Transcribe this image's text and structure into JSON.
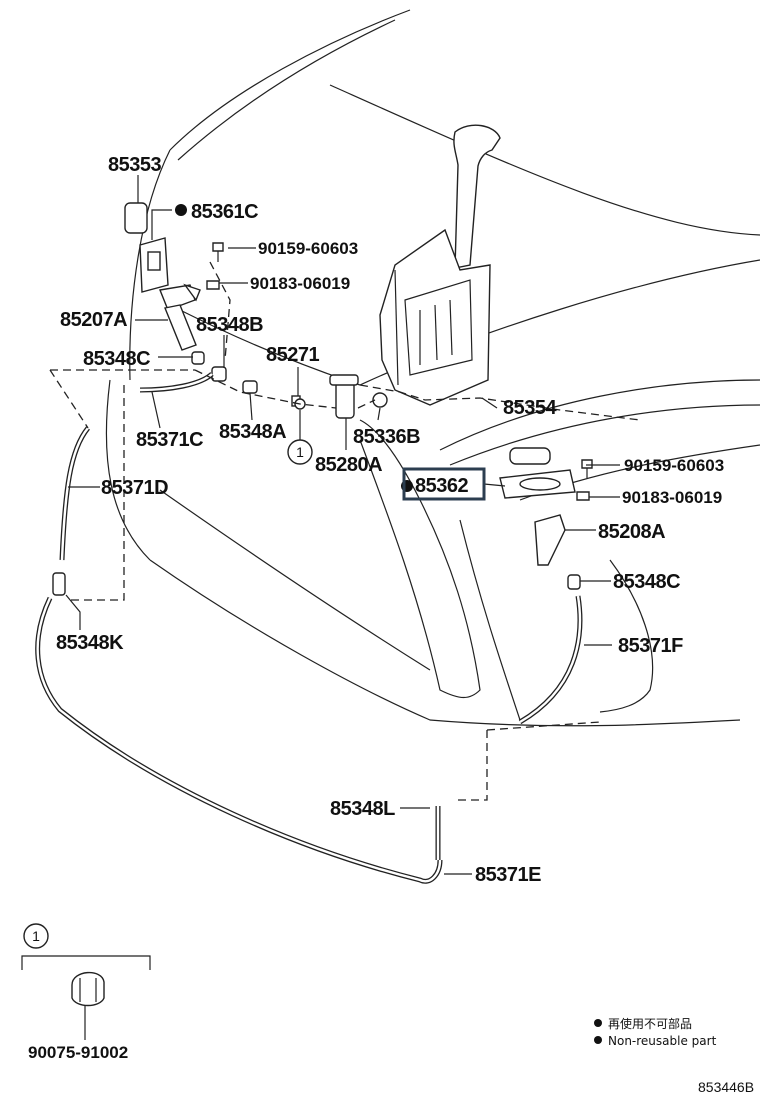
{
  "labels": {
    "p85353": "85353",
    "p85361C": "85361C",
    "p90159a": "90159-60603",
    "p90183a": "90183-06019",
    "p85207A": "85207A",
    "p85348B": "85348B",
    "p85348C_left": "85348C",
    "p85271": "85271",
    "p85371C": "85371C",
    "p85348A": "85348A",
    "p85336B": "85336B",
    "p85280A": "85280A",
    "p85354": "85354",
    "p90159b": "90159-60603",
    "p85362": "85362",
    "p90183b": "90183-06019",
    "p85371D": "85371D",
    "p85208A": "85208A",
    "p85348C_right": "85348C",
    "p85348K": "85348K",
    "p85371F": "85371F",
    "p85348L": "85348L",
    "p85371E": "85371E",
    "p90075": "90075-91002"
  },
  "callout": {
    "number": "1"
  },
  "legend": {
    "ja": "再使用不可部品",
    "en": "Non-reusable part"
  },
  "diagram_code": "853446B",
  "colors": {
    "highlight_box": "#2c3e50",
    "line": "#222222"
  }
}
